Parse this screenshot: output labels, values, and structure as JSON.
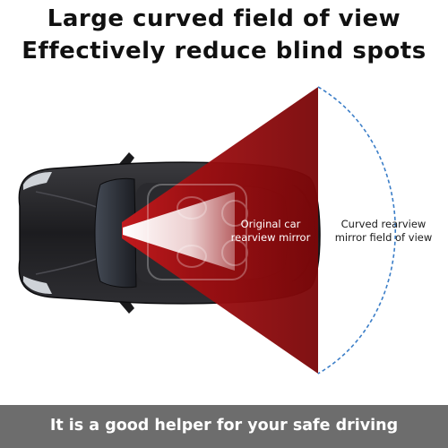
{
  "headline": {
    "line1": "Large curved field of view",
    "line2": "Effectively reduce blind spots"
  },
  "labels": {
    "original_line1": "Original car",
    "original_line2": "rearview mirror",
    "curved_line1": "Curved rearview",
    "curved_line2": "mirror field of view"
  },
  "footer": {
    "text": "It is a good helper for your safe driving"
  },
  "colors": {
    "field_of_view_red": "#9b0d10",
    "field_of_view_dark": "#6e0608",
    "curve_dashed_blue": "#3b7ec8",
    "footer_bg": "#6d6d6d",
    "car_body": "#1f1f22"
  }
}
